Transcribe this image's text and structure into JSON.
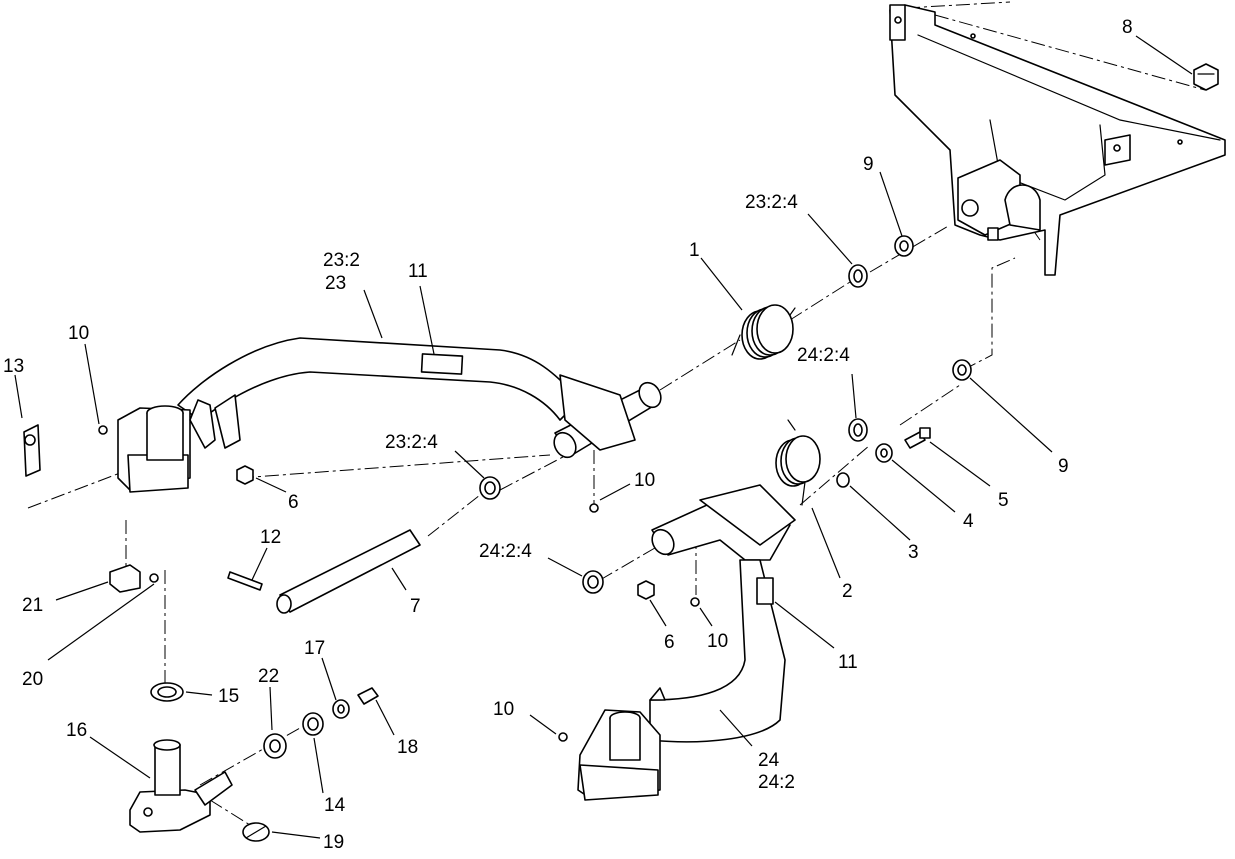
{
  "callouts": {
    "c1": "1",
    "c2": "2",
    "c3": "3",
    "c4": "4",
    "c5": "5",
    "c6a": "6",
    "c6b": "6",
    "c7": "7",
    "c8": "8",
    "c9a": "9",
    "c9b": "9",
    "c10a": "10",
    "c10b": "10",
    "c10c": "10",
    "c10d": "10",
    "c11a": "11",
    "c11b": "11",
    "c12": "12",
    "c13": "13",
    "c14": "14",
    "c15": "15",
    "c16": "16",
    "c17": "17",
    "c18": "18",
    "c19": "19",
    "c20": "20",
    "c21": "21",
    "c22": "22",
    "c23a": "23:2",
    "c23b": "23",
    "c23_2_4a": "23:2:4",
    "c23_2_4b": "23:2:4",
    "c24a": "24",
    "c24b": "24:2",
    "c24_2_4a": "24:2:4",
    "c24_2_4b": "24:2:4"
  }
}
